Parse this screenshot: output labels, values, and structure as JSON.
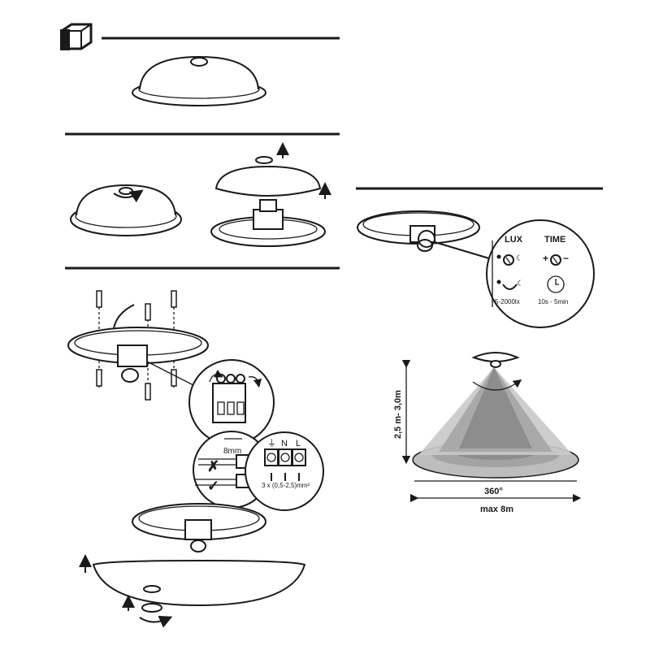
{
  "sensor_panel": {
    "lux_label": "LUX",
    "time_label": "TIME",
    "lux_range": "5-2000lx",
    "time_range": "10s - 5min",
    "plus": "+",
    "minus": "−"
  },
  "wiring": {
    "strip_length": "8mm",
    "terminal_n": "N",
    "terminal_l": "L",
    "cable_spec": "3 x (0,5-2,5)mm²"
  },
  "detection": {
    "height_range": "2,5 m- 3,0m",
    "angle": "360°",
    "max_range": "max 8m"
  }
}
